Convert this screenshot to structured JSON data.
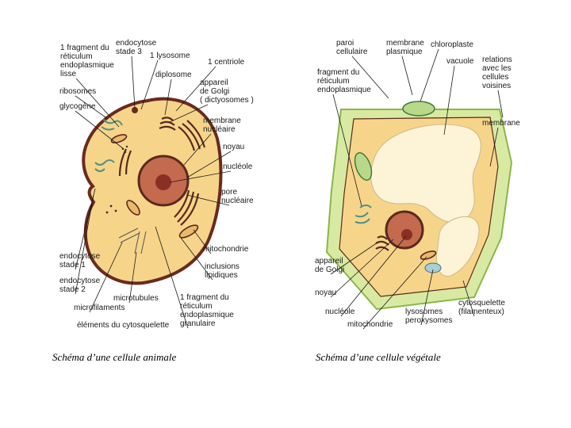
{
  "colors": {
    "cytoplasm": "#f6d58a",
    "membrane_animal": "#6a2a1e",
    "nucleus": "#c46a4e",
    "nucleolus": "#8a2f24",
    "organelle_dark": "#5a2a1e",
    "organelle_teal": "#4f8f86",
    "cell_wall": "#d8eaa2",
    "cell_wall_line": "#8cb54a",
    "vacuole": "#fdf3d6"
  },
  "animal": {
    "caption": "Schéma d’une cellule animale",
    "labels": [
      {
        "key": "frag1",
        "lines": [
          "1 fragment du",
          "réticulum",
          "endoplasmique",
          "lisse"
        ]
      },
      {
        "key": "endo3",
        "lines": [
          "endocytose",
          "stade 3"
        ]
      },
      {
        "key": "lyso",
        "lines": [
          "1 lysosome"
        ]
      },
      {
        "key": "centriole",
        "lines": [
          "1 centriole"
        ]
      },
      {
        "key": "diplosome",
        "lines": [
          "diplosome"
        ]
      },
      {
        "key": "golgi",
        "lines": [
          "appareil",
          "de Golgi",
          "( dictyosomes )"
        ]
      },
      {
        "key": "ribo",
        "lines": [
          "ribosomes"
        ]
      },
      {
        "key": "glyco",
        "lines": [
          "glycogène"
        ]
      },
      {
        "key": "membnuc",
        "lines": [
          "membrane",
          "nucléaire"
        ]
      },
      {
        "key": "noyau",
        "lines": [
          "noyau"
        ]
      },
      {
        "key": "nucleole",
        "lines": [
          "nucléole"
        ]
      },
      {
        "key": "pore",
        "lines": [
          "pore",
          "nucléaire"
        ]
      },
      {
        "key": "mito",
        "lines": [
          "mitochondrie"
        ]
      },
      {
        "key": "inclus",
        "lines": [
          "inclusions",
          "lipidiques"
        ]
      },
      {
        "key": "endo1",
        "lines": [
          "endocytose",
          "stade 1"
        ]
      },
      {
        "key": "endo2",
        "lines": [
          "endocytose",
          "stade 2"
        ]
      },
      {
        "key": "microtub",
        "lines": [
          "microtubules"
        ]
      },
      {
        "key": "microfil",
        "lines": [
          "microfilaments"
        ]
      },
      {
        "key": "frag2",
        "lines": [
          "1 fragment du",
          "réticulum",
          "endoplasmique",
          "granulaire"
        ]
      },
      {
        "key": "cyto",
        "lines": [
          "éléments du cytosquelette"
        ]
      }
    ]
  },
  "plant": {
    "caption": "Schéma d’une cellule végétale",
    "labels": [
      {
        "key": "paroi",
        "lines": [
          "paroi",
          "cellulaire"
        ]
      },
      {
        "key": "membpl",
        "lines": [
          "membrane",
          "plasmique"
        ]
      },
      {
        "key": "chloro",
        "lines": [
          "chloroplaste"
        ]
      },
      {
        "key": "vacuole",
        "lines": [
          "vacuole"
        ]
      },
      {
        "key": "relations",
        "lines": [
          "relations",
          "avec les",
          "cellules",
          "voisines"
        ]
      },
      {
        "key": "frag",
        "lines": [
          "fragment du",
          "réticulum",
          "endoplasmique"
        ]
      },
      {
        "key": "membrane",
        "lines": [
          "membrane"
        ]
      },
      {
        "key": "golgi",
        "lines": [
          "appareil",
          "de Golgi"
        ]
      },
      {
        "key": "noyau",
        "lines": [
          "noyau"
        ]
      },
      {
        "key": "nucleole",
        "lines": [
          "nucléole"
        ]
      },
      {
        "key": "mito",
        "lines": [
          "mitochondrie"
        ]
      },
      {
        "key": "lyso",
        "lines": [
          "lysosomes",
          "peroxysomes"
        ]
      },
      {
        "key": "cyto",
        "lines": [
          "cytosquelette",
          "(filamenteux)"
        ]
      }
    ]
  }
}
